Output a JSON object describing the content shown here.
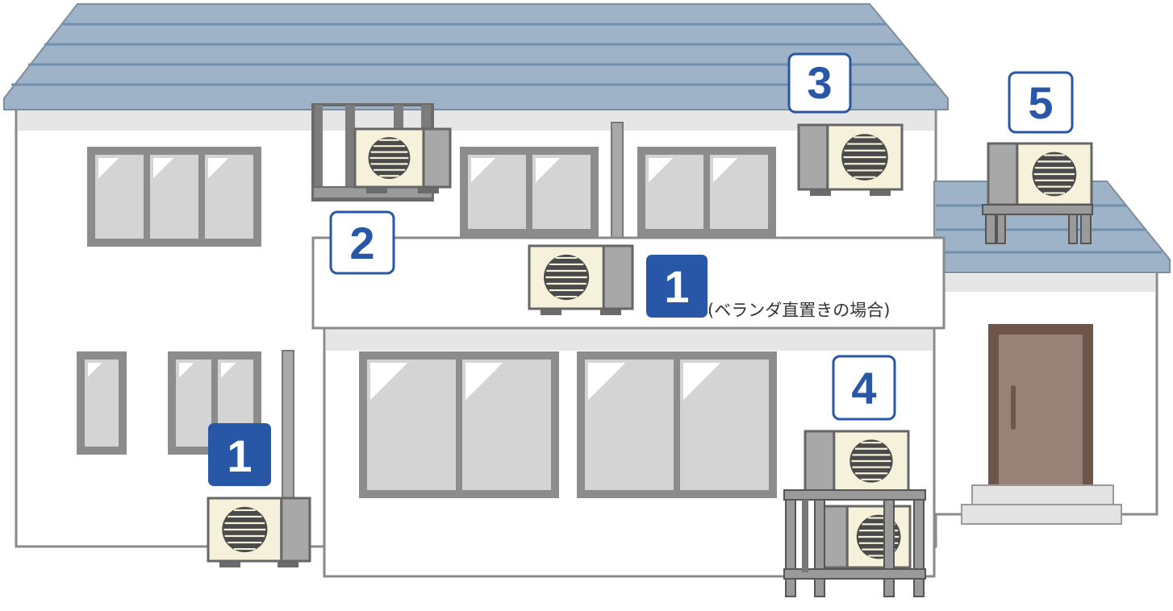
{
  "badges": {
    "ground_unit": "1",
    "balcony_unit": "1",
    "wall_mount": "2",
    "roof_unit": "3",
    "stacked_units": "4",
    "annex_roof_unit": "5"
  },
  "captions": {
    "balcony_note": "(ベランダ直置きの場合)"
  },
  "colors": {
    "roof": "#9fb3c8",
    "roof_lines": "#7290ad",
    "wall": "#ffffff",
    "outline": "#8a8a8a",
    "window_glass": "#d4d4d4",
    "window_frame": "#8c8c8c",
    "unit_face": "#f6f1db",
    "unit_side": "#a8a8a8",
    "badge_solid": "#2757a6",
    "badge_outline_text": "#2757a6",
    "door": "#988278",
    "door_frame": "#6d554b"
  }
}
